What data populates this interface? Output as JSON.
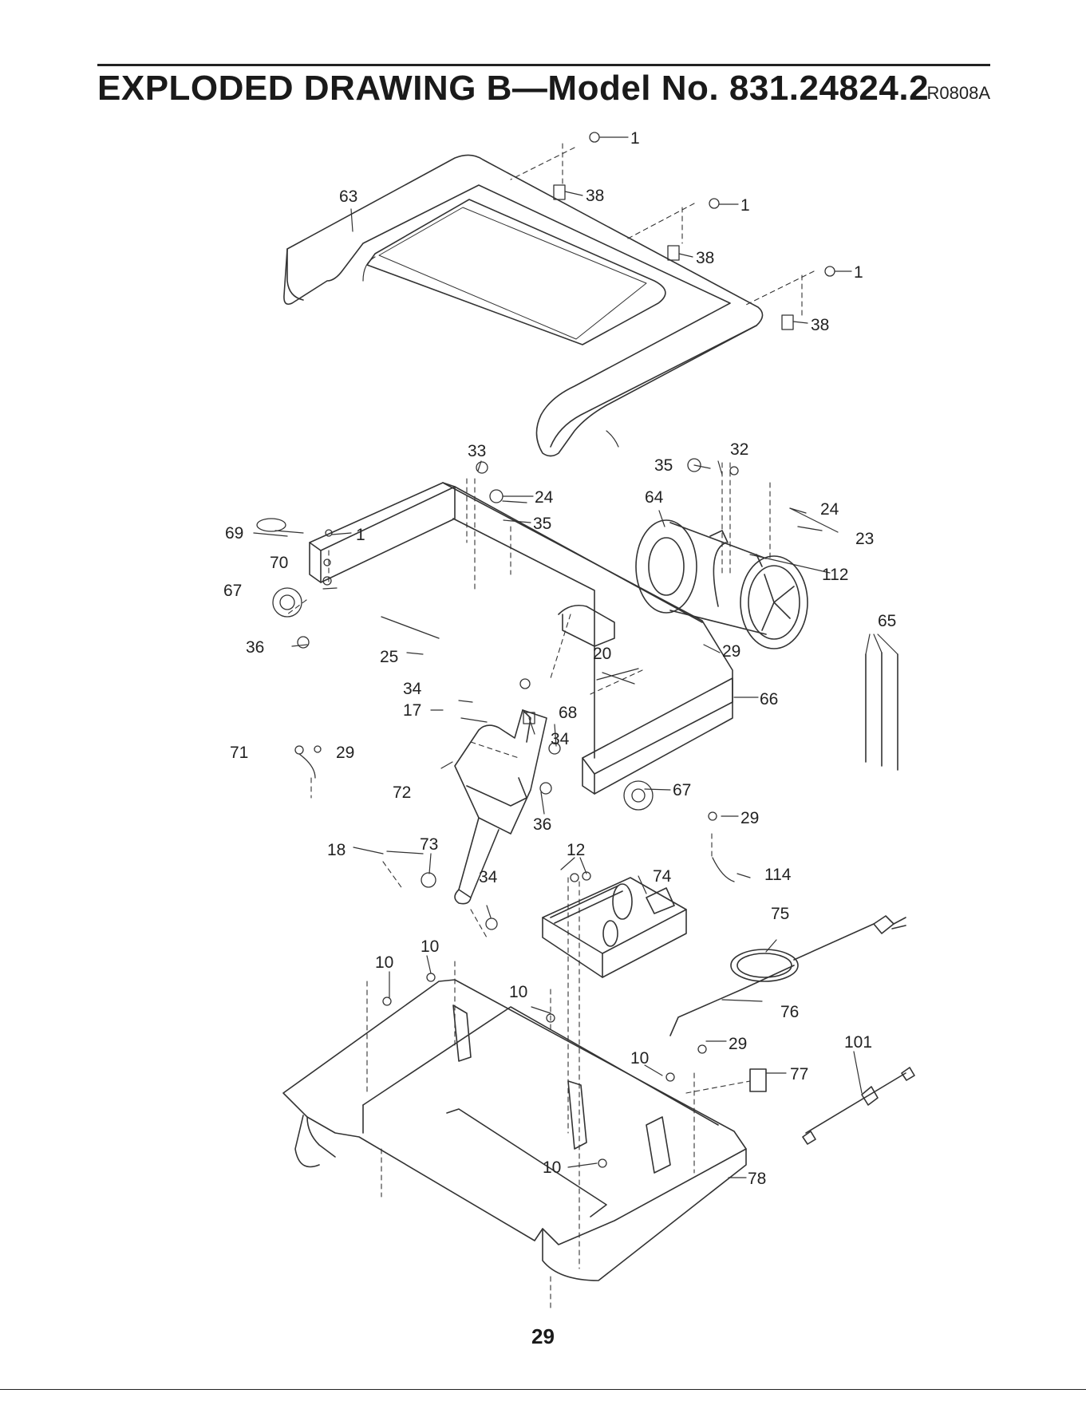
{
  "header": {
    "title": "EXPLODED DRAWING B—Model No. 831.24824.2",
    "drawing_code": "R0808A"
  },
  "footer": {
    "page_number": "29"
  },
  "callouts": [
    {
      "id": "c1a",
      "text": "1"
    },
    {
      "id": "c38a",
      "text": "38"
    },
    {
      "id": "c63",
      "text": "63"
    },
    {
      "id": "c1b",
      "text": "1"
    },
    {
      "id": "c38b",
      "text": "38"
    },
    {
      "id": "c1c",
      "text": "1"
    },
    {
      "id": "c38c",
      "text": "38"
    },
    {
      "id": "c33",
      "text": "33"
    },
    {
      "id": "c24a",
      "text": "24"
    },
    {
      "id": "c35a",
      "text": "35"
    },
    {
      "id": "c35b",
      "text": "35"
    },
    {
      "id": "c32",
      "text": "32"
    },
    {
      "id": "c64",
      "text": "64"
    },
    {
      "id": "c24b",
      "text": "24"
    },
    {
      "id": "c23",
      "text": "23"
    },
    {
      "id": "c112",
      "text": "112"
    },
    {
      "id": "c69",
      "text": "69"
    },
    {
      "id": "c1d",
      "text": "1"
    },
    {
      "id": "c70",
      "text": "70"
    },
    {
      "id": "c67a",
      "text": "67"
    },
    {
      "id": "c36a",
      "text": "36"
    },
    {
      "id": "c25",
      "text": "25"
    },
    {
      "id": "c29a",
      "text": "29"
    },
    {
      "id": "c65",
      "text": "65"
    },
    {
      "id": "c20",
      "text": "20"
    },
    {
      "id": "c34a",
      "text": "34"
    },
    {
      "id": "c66",
      "text": "66"
    },
    {
      "id": "c17",
      "text": "17"
    },
    {
      "id": "c68",
      "text": "68"
    },
    {
      "id": "c34b",
      "text": "34"
    },
    {
      "id": "c71",
      "text": "71"
    },
    {
      "id": "c29b",
      "text": "29"
    },
    {
      "id": "c72",
      "text": "72"
    },
    {
      "id": "c67b",
      "text": "67"
    },
    {
      "id": "c36b",
      "text": "36"
    },
    {
      "id": "c29c",
      "text": "29"
    },
    {
      "id": "c18",
      "text": "18"
    },
    {
      "id": "c73",
      "text": "73"
    },
    {
      "id": "c12",
      "text": "12"
    },
    {
      "id": "c34c",
      "text": "34"
    },
    {
      "id": "c74",
      "text": "74"
    },
    {
      "id": "c114",
      "text": "114"
    },
    {
      "id": "c75",
      "text": "75"
    },
    {
      "id": "c10a",
      "text": "10"
    },
    {
      "id": "c10b",
      "text": "10"
    },
    {
      "id": "c10c",
      "text": "10"
    },
    {
      "id": "c76",
      "text": "76"
    },
    {
      "id": "c29d",
      "text": "29"
    },
    {
      "id": "c101",
      "text": "101"
    },
    {
      "id": "c10d",
      "text": "10"
    },
    {
      "id": "c77",
      "text": "77"
    },
    {
      "id": "c10e",
      "text": "10"
    },
    {
      "id": "c78",
      "text": "78"
    }
  ]
}
